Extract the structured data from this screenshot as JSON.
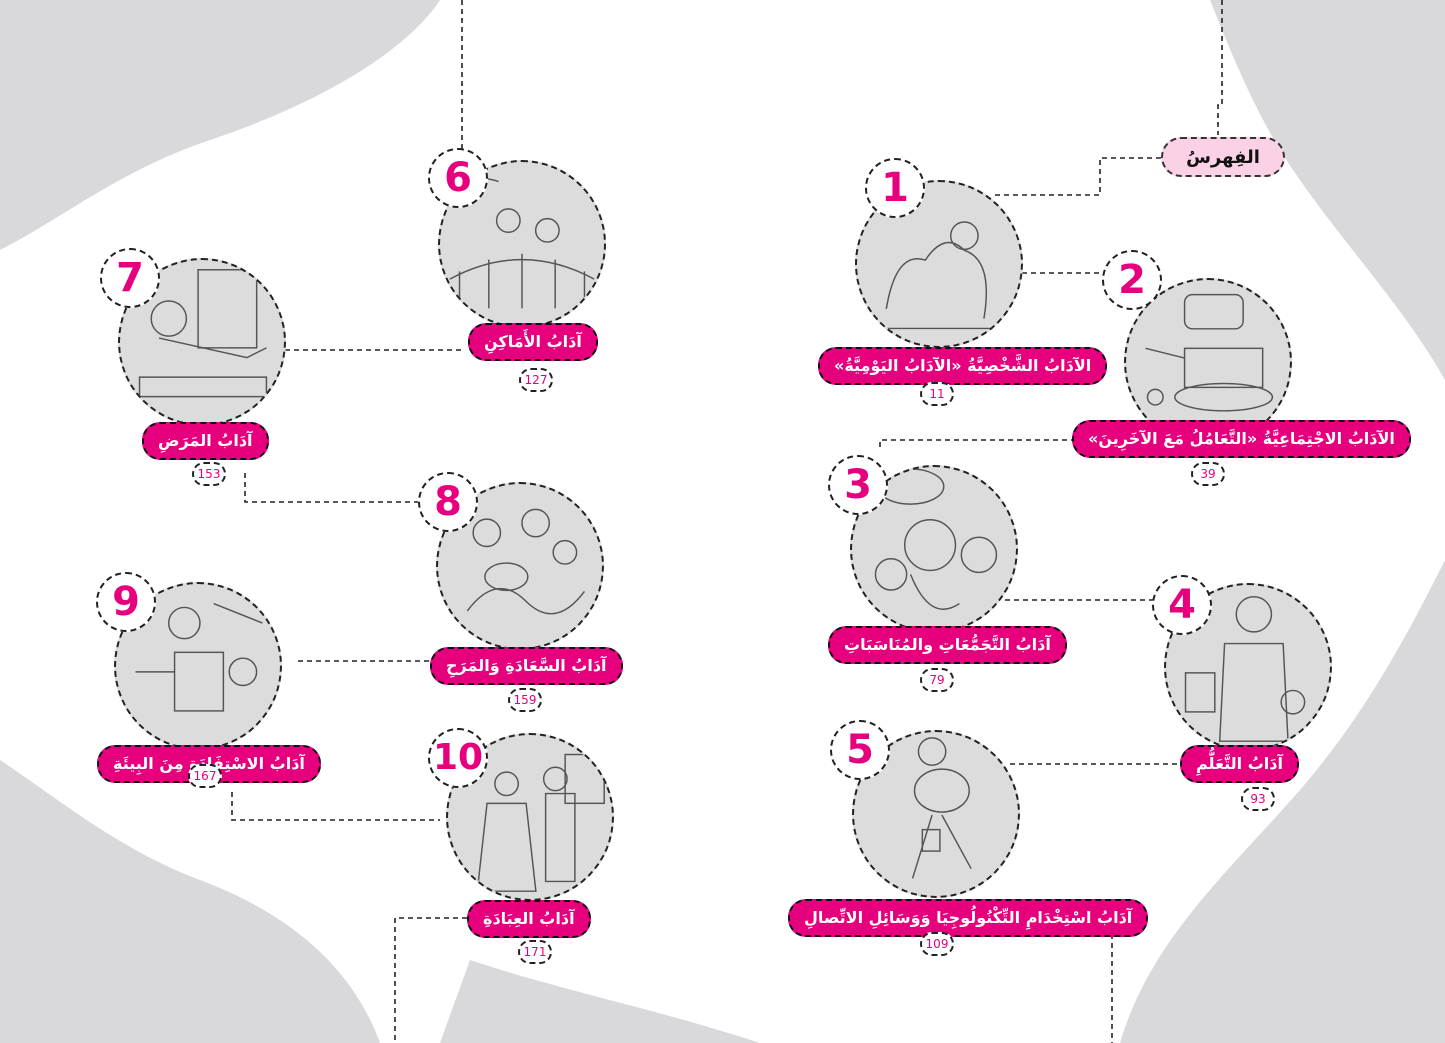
{
  "index": {
    "title": "الفِهرسُ"
  },
  "colors": {
    "accent": "#e6007e",
    "index_bg": "#fbd2e5",
    "background_shape": "#d9d9db"
  },
  "chapters": [
    {
      "number": "1",
      "title": "الآدَابُ الشَّخْصِيَّةُ «الآدَابُ اليَوْمِيَّةُ»",
      "page": "11"
    },
    {
      "number": "2",
      "title": "الآدَابُ الاجْتِمَاعِيَّةُ «التَّعَامُلُ مَعَ الآخَرِينَ»",
      "page": "39"
    },
    {
      "number": "3",
      "title": "آدَابُ التَّجَمُّعَاتِ والمُنَاسَبَاتِ",
      "page": "79"
    },
    {
      "number": "4",
      "title": "آدَابُ التَّعَلُّمِ",
      "page": "93"
    },
    {
      "number": "5",
      "title": "آدَابُ اسْتِخْدَامِ التِّكْنُولُوجِيَا وَوَسَائِلِ الاتِّصالِ",
      "page": "109"
    },
    {
      "number": "6",
      "title": "آدَابُ الأَمَاكِنِ",
      "page": "127"
    },
    {
      "number": "7",
      "title": "آدَابُ المَرَضِ",
      "page": "153"
    },
    {
      "number": "8",
      "title": "آدَابُ السَّعَادَةِ وَالمَرَحِ",
      "page": "159"
    },
    {
      "number": "9",
      "title": "آدَابُ الاسْتِفَادَةِ مِنَ البِيئَةِ",
      "page": "167"
    },
    {
      "number": "10",
      "title": "آدَابُ العِبَادَةِ",
      "page": "171"
    }
  ]
}
